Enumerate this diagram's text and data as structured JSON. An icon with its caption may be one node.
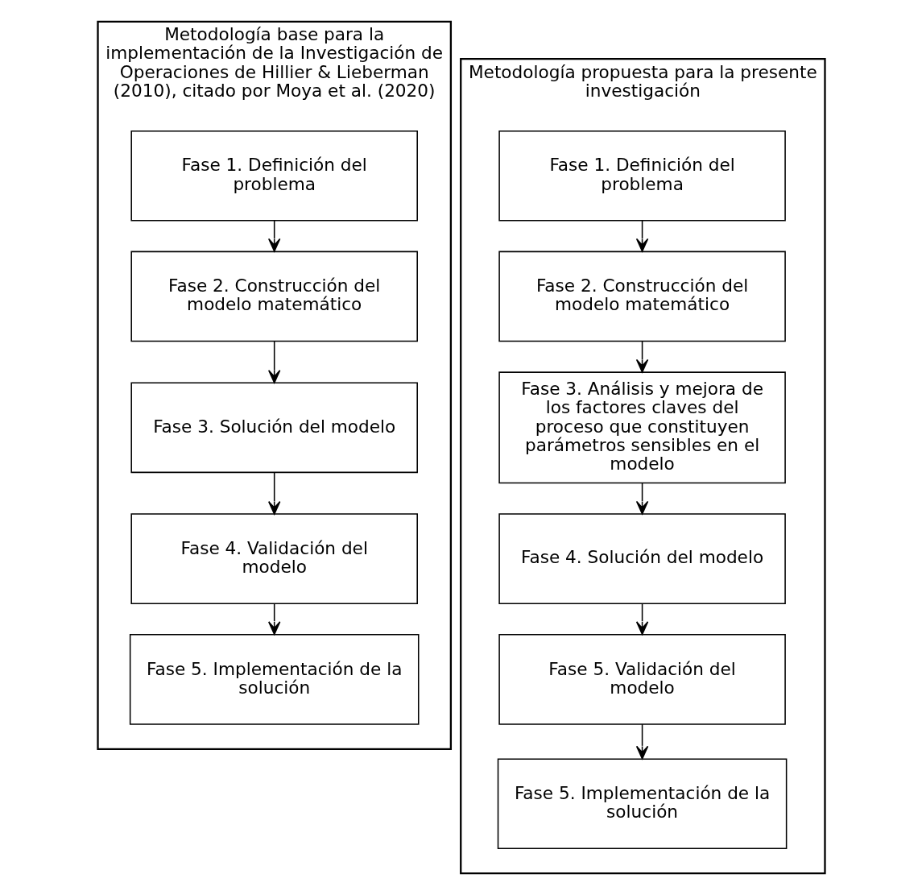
{
  "diagram": {
    "nodes": [
      {
        "text": [
          "Metodología base para la implementación de la Investigación de Operaciones de Hillier & Lieberman (2010), citado por Moya et al. (2020)"
        ]
      },
      {
        "text": [
          "Fase 1. Definición del problema"
        ],
        "in": 0
      },
      {
        "text": [
          "Fase 2. Construcción del modelo matemático"
        ],
        "in": 0
      },
      {
        "text": [
          "Fase 3. Solución del modelo"
        ],
        "in": 0
      },
      {
        "text": [
          "Fase 4. Validación del modelo"
        ],
        "in": 0
      },
      {
        "text": [
          "Fase 5. Implementación de la solución"
        ],
        "in": 0
      },
      {
        "text": [
          "Metodología propuesta para la presente investigación"
        ]
      },
      {
        "text": [
          "Fase 1. Definición del problema"
        ],
        "in": 6
      },
      {
        "text": [
          "Fase 2. Construcción del modelo matemático"
        ],
        "in": 6
      },
      {
        "text": [
          "Fase 3. Análisis y mejora de los factores claves del proceso que constituyen parámetros sensibles en el modelo"
        ],
        "in": 6
      },
      {
        "text": [
          "Fase 4. Solución del modelo"
        ],
        "in": 6
      },
      {
        "text": [
          "Fase 5. Validación del modelo"
        ],
        "in": 6
      },
      {
        "text": [
          "Fase 5. Implementación de la solución"
        ],
        "in": 6
      }
    ],
    "edges": [
      {
        "from": 1,
        "to": 2,
        "arrow": "to"
      },
      {
        "from": 2,
        "to": 3,
        "arrow": "to"
      },
      {
        "from": 3,
        "to": 4,
        "arrow": "to"
      },
      {
        "from": 4,
        "to": 5,
        "arrow": "to"
      },
      {
        "from": 7,
        "to": 8,
        "arrow": "to"
      },
      {
        "from": 8,
        "to": 9,
        "arrow": "to"
      },
      {
        "from": 9,
        "to": 10,
        "arrow": "to"
      },
      {
        "from": 10,
        "to": 11,
        "arrow": "to"
      },
      {
        "from": 11,
        "to": 12,
        "arrow": "to"
      }
    ]
  }
}
